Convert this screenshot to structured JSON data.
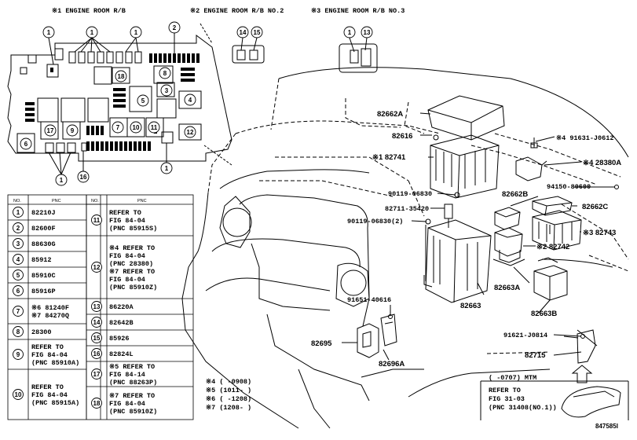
{
  "headers": {
    "rb1": "※1  ENGINE ROOM R/B",
    "rb2": "※2  ENGINE ROOM R/B NO.2",
    "rb3": "※3  ENGINE ROOM R/B NO.3"
  },
  "parts": {
    "p82662A": "82662A",
    "p82616": "82616",
    "p82741": "※1  82741",
    "p90119a": "90119-06830",
    "p82711": "82711-35420",
    "p90119b": "90119-06830(2)",
    "p82663": "82663",
    "p91651": "91651-40616",
    "p82695": "82695",
    "p82696A": "82696A",
    "p91631": "※4  91631-J0612",
    "p28380A": "※4  28380A",
    "p94150": "94150-80600",
    "p82662B": "82662B",
    "p82662C": "82662C",
    "p82743": "※3  82743",
    "p82742": "※2  82742",
    "p82663A": "82663A",
    "p82663B": "82663B",
    "p91621": "91621-J0814",
    "p82715": "82715"
  },
  "inset": {
    "cond": "(      -0707) MTM",
    "line1": "REFER TO",
    "line2": "FIG 31-03",
    "line3": "(PNC 31408(NO.1))"
  },
  "notes": [
    "※4 (      -0908)",
    "※5 (1011-      )",
    "※6 (      -1208)",
    "※7 (1208-      )"
  ],
  "image_code": "847585I",
  "table": {
    "col_no": "NO.",
    "col_pnc": "PNC",
    "left": [
      {
        "no": "1",
        "lines": [
          "82210J"
        ]
      },
      {
        "no": "2",
        "lines": [
          "82600F"
        ]
      },
      {
        "no": "3",
        "lines": [
          "88630G"
        ]
      },
      {
        "no": "4",
        "lines": [
          "85912"
        ]
      },
      {
        "no": "5",
        "lines": [
          "85910C"
        ]
      },
      {
        "no": "6",
        "lines": [
          "85916P"
        ]
      },
      {
        "no": "7",
        "lines": [
          "※6 81240F",
          "※7 84270Q"
        ]
      },
      {
        "no": "8",
        "lines": [
          "28300"
        ]
      },
      {
        "no": "9",
        "lines": [
          "REFER TO",
          "FIG 84-04",
          "(PNC 85910A)"
        ]
      },
      {
        "no": "10",
        "lines": [
          "REFER TO",
          "FIG 84-04",
          "(PNC 85915A)"
        ]
      }
    ],
    "right": [
      {
        "no": "11",
        "lines": [
          "REFER TO",
          "FIG 84-04",
          "(PNC 85915S)"
        ]
      },
      {
        "no": "12",
        "lines": [
          "※4 REFER TO",
          "  FIG 84-04",
          "  (PNC 28380)",
          "※7 REFER TO",
          "  FIG 84-04",
          "  (PNC 85910Z)"
        ]
      },
      {
        "no": "13",
        "lines": [
          "86220A"
        ]
      },
      {
        "no": "14",
        "lines": [
          "82642B"
        ]
      },
      {
        "no": "15",
        "lines": [
          "85926"
        ]
      },
      {
        "no": "16",
        "lines": [
          "82824L"
        ]
      },
      {
        "no": "17",
        "lines": [
          "※5 REFER TO",
          "  FIG 84-14",
          "  (PNC 88263P)"
        ]
      },
      {
        "no": "18",
        "lines": [
          "※7 REFER TO",
          "  FIG 84-04",
          "  (PNC 85910Z)"
        ]
      }
    ]
  }
}
